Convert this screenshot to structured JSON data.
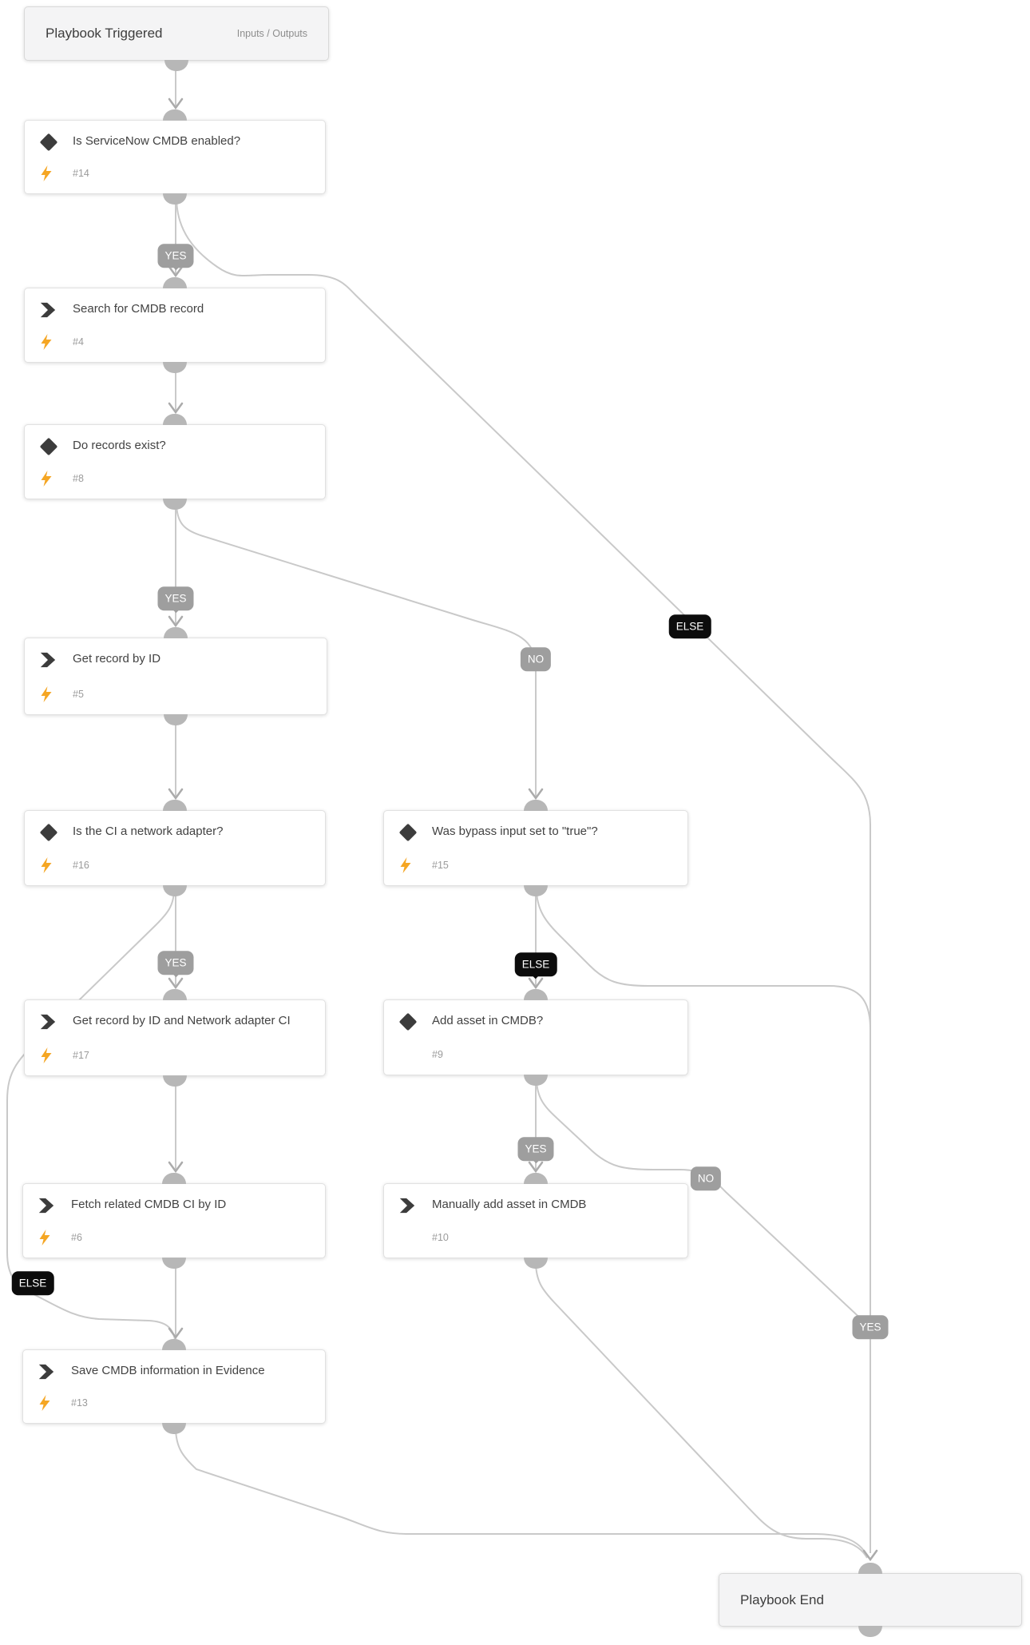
{
  "diagram": {
    "start": {
      "title": "Playbook Triggered",
      "link": "Inputs / Outputs"
    },
    "end": {
      "title": "Playbook End"
    },
    "nodes": [
      {
        "id": "14",
        "type": "condition",
        "title": "Is ServiceNow CMDB enabled?",
        "tag": "#14",
        "has_bolt": true
      },
      {
        "id": "4",
        "type": "task",
        "title": "Search for CMDB record",
        "tag": "#4",
        "has_bolt": true
      },
      {
        "id": "8",
        "type": "condition",
        "title": "Do records exist?",
        "tag": "#8",
        "has_bolt": true
      },
      {
        "id": "5",
        "type": "task",
        "title": "Get record by ID",
        "tag": "#5",
        "has_bolt": true
      },
      {
        "id": "16",
        "type": "condition",
        "title": "Is the CI a network adapter?",
        "tag": "#16",
        "has_bolt": true
      },
      {
        "id": "15",
        "type": "condition",
        "title": "Was bypass input set to \"true\"?",
        "tag": "#15",
        "has_bolt": true
      },
      {
        "id": "17",
        "type": "task",
        "title": "Get record by ID and Network adapter CI",
        "tag": "#17",
        "has_bolt": true
      },
      {
        "id": "9",
        "type": "condition",
        "title": "Add asset in CMDB?",
        "tag": "#9",
        "has_bolt": false
      },
      {
        "id": "6",
        "type": "task",
        "title": "Fetch related CMDB CI by ID",
        "tag": "#6",
        "has_bolt": true
      },
      {
        "id": "10",
        "type": "task",
        "title": "Manually add asset in CMDB",
        "tag": "#10",
        "has_bolt": false
      },
      {
        "id": "13",
        "type": "task",
        "title": "Save CMDB information in Evidence",
        "tag": "#13",
        "has_bolt": true
      }
    ],
    "edge_labels": {
      "b14_yes": "YES",
      "b14_else": "ELSE",
      "b8_yes": "YES",
      "b8_no": "NO",
      "b16_yes": "YES",
      "b16_else": "ELSE",
      "b15_else": "ELSE",
      "b15_yes": "YES",
      "b9_yes": "YES",
      "b9_no": "NO"
    },
    "colors": {
      "bolt_orange": "#f5a623",
      "icon_dark": "#3c3c3c",
      "badge_gray": "#9e9e9e",
      "badge_black": "#0c0c0c",
      "line_gray": "#c9c9c9",
      "connector_gray": "#b7b7b7",
      "terminal_bg": "#f4f4f5"
    }
  }
}
